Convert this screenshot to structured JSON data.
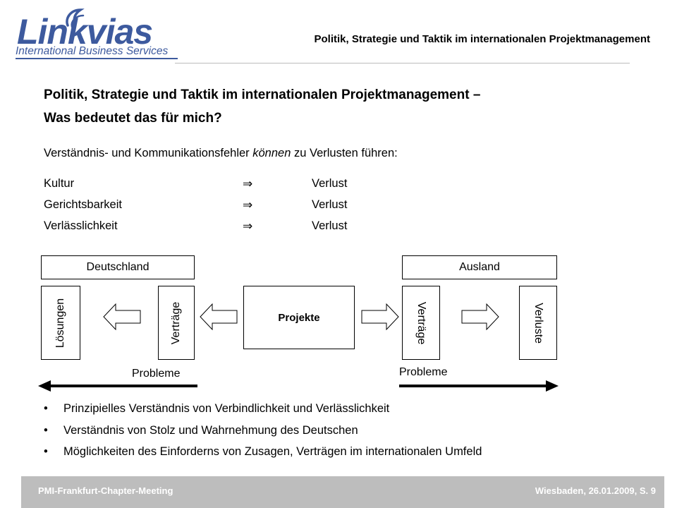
{
  "logo": {
    "brand": "Linkvias",
    "tagline": "International Business Services"
  },
  "header": {
    "title": "Politik, Strategie und Taktik im internationalen Projektmanagement"
  },
  "main": {
    "title_line1": "Politik, Strategie und Taktik im internationalen Projektmanagement –",
    "title_line2": "Was bedeutet das für mich?",
    "intro_before": "Verständnis- und Kommunikationsfehler ",
    "intro_emph": "können",
    "intro_after": " zu Verlusten führen:",
    "implications": [
      {
        "cause": "Kultur",
        "symbol": "⇒",
        "effect": "Verlust"
      },
      {
        "cause": "Gerichtsbarkeit",
        "symbol": "⇒",
        "effect": "Verlust"
      },
      {
        "cause": "Verlässlichkeit",
        "symbol": "⇒",
        "effect": "Verlust"
      }
    ]
  },
  "diagram": {
    "left_header": "Deutschland",
    "right_header": "Ausland",
    "center": "Projekte",
    "left_outer": "Lösungen",
    "left_inner": "Verträge",
    "right_inner": "Verträge",
    "right_outer": "Verluste",
    "left_probleme": "Probleme",
    "right_probleme": "Probleme"
  },
  "bullets": {
    "marker": "•",
    "items": [
      "Prinzipielles Verständnis von Verbindlichkeit und Verlässlichkeit",
      "Verständnis von Stolz und Wahrnehmung des Deutschen",
      "Möglichkeiten des Einforderns von Zusagen, Verträgen im internationalen Umfeld"
    ]
  },
  "footer": {
    "left": "PMI-Frankfurt-Chapter-Meeting",
    "right": "Wiesbaden, 26.01.2009, S. 9"
  },
  "colors": {
    "brand_blue": "#3d5a9e",
    "footer_gray": "#bdbdbd"
  }
}
